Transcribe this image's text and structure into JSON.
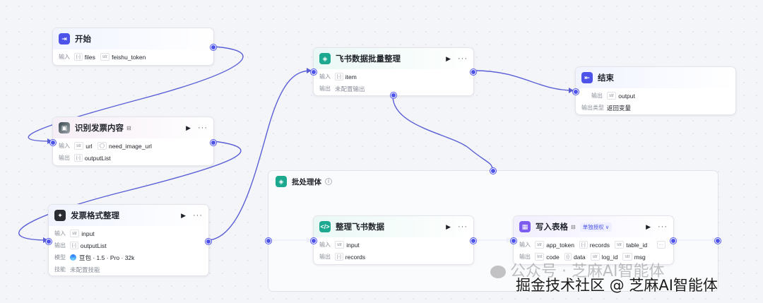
{
  "nodes": {
    "start": {
      "title": "开始",
      "input_label": "输入",
      "params": [
        {
          "type": "[-]",
          "name": "files"
        },
        {
          "type": "str",
          "name": "feishu_token"
        }
      ]
    },
    "recognize": {
      "title": "识别发票内容",
      "input_label": "输入",
      "output_label": "输出",
      "inputs": [
        {
          "type": "str",
          "name": "url"
        },
        {
          "type": "◯",
          "name": "need_image_url"
        }
      ],
      "outputs": [
        {
          "type": "[-]",
          "name": "outputList"
        }
      ]
    },
    "format": {
      "title": "发票格式整理",
      "input_label": "输入",
      "output_label": "输出",
      "model_label": "模型",
      "skill_label": "技能",
      "inputs": [
        {
          "type": "str",
          "name": "input"
        }
      ],
      "outputs": [
        {
          "type": "[-]",
          "name": "outputList"
        }
      ],
      "model": "豆包 · 1.5 · Pro · 32k",
      "skill": "未配置技能"
    },
    "batch_clean": {
      "title": "飞书数据批量整理",
      "input_label": "输入",
      "output_label": "输出",
      "inputs": [
        {
          "type": "[-]",
          "name": "item"
        }
      ],
      "output_value": "未配置输出"
    },
    "end": {
      "title": "结束",
      "output_label": "输出",
      "output_type_label": "输出类型",
      "outputs": [
        {
          "type": "str",
          "name": "output"
        }
      ],
      "output_type": "返回变量"
    },
    "group": {
      "title": "批处理体",
      "info": "i"
    },
    "clean_data": {
      "title": "整理飞书数据",
      "input_label": "输入",
      "output_label": "输出",
      "inputs": [
        {
          "type": "str",
          "name": "input"
        }
      ],
      "outputs": [
        {
          "type": "[-]",
          "name": "records"
        }
      ]
    },
    "write_table": {
      "title": "写入表格",
      "badge": "单独授权 ∨",
      "input_label": "输入",
      "output_label": "输出",
      "inputs": [
        {
          "type": "str",
          "name": "app_token"
        },
        {
          "type": "[-]",
          "name": "records"
        },
        {
          "type": "str",
          "name": "table_id"
        }
      ],
      "more": "···",
      "outputs": [
        {
          "type": "Int",
          "name": "code"
        },
        {
          "type": "{}",
          "name": "data"
        },
        {
          "type": "str",
          "name": "log_id"
        },
        {
          "type": "str",
          "name": "msg"
        }
      ]
    }
  },
  "controls": {
    "run": "▶",
    "more": "···"
  },
  "watermark": {
    "line1": "公众号 · 芝麻AI智能体",
    "line2": "掘金技术社区 @ 芝麻AI智能体"
  },
  "colors": {
    "accent": "#4d53e8",
    "edge": "#5a5fd6"
  }
}
